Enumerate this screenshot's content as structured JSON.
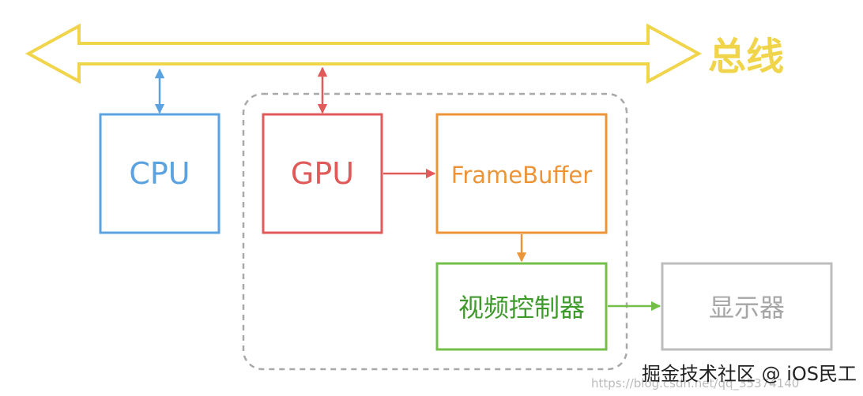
{
  "bus": {
    "label": "总线",
    "color": "#f0d44a"
  },
  "nodes": {
    "cpu": {
      "label": "CPU",
      "color": "#5aa2e0"
    },
    "gpu": {
      "label": "GPU",
      "color": "#e05a5a"
    },
    "framebuffer": {
      "label": "FrameBuffer",
      "color": "#ec9438"
    },
    "video_controller": {
      "label": "视频控制器",
      "color": "#3f9a2c",
      "border_color": "#74bf4a"
    },
    "display": {
      "label": "显示器",
      "color": "#a6a6a6",
      "border_color": "#bdbdbd"
    }
  },
  "group": {
    "border_color": "#a8a8a8"
  },
  "watermark": {
    "url_text": "https://blog.csdn.net/qq_35374140",
    "brand_text": "掘金技术社区 @ iOS民工",
    "color": "#222222",
    "url_color": "#bbbbbb"
  }
}
